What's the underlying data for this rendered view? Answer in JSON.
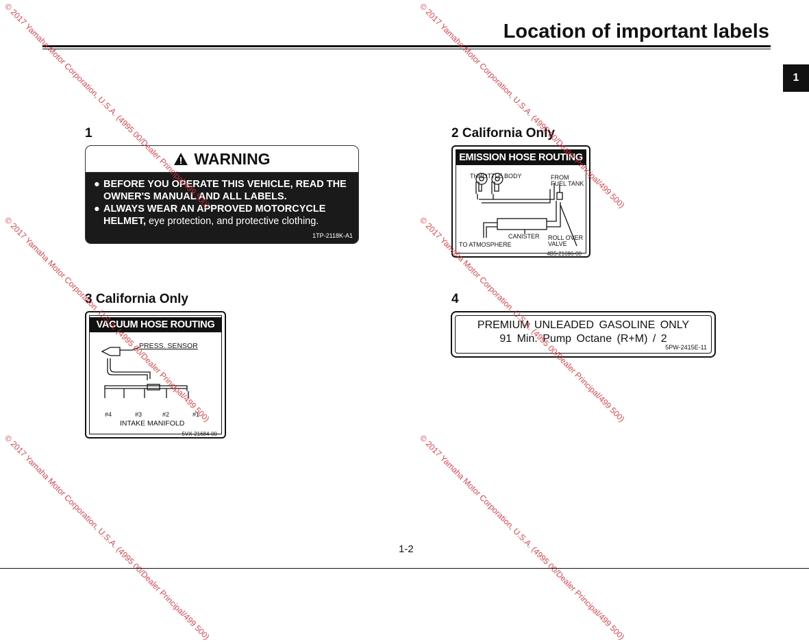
{
  "header": {
    "title": "Location of important labels",
    "chapter_tab": "1"
  },
  "sections": [
    {
      "number": "1",
      "heading": "1"
    },
    {
      "number": "2",
      "heading": "2  California Only"
    },
    {
      "number": "3",
      "heading": "3  California Only"
    },
    {
      "number": "4",
      "heading": "4"
    }
  ],
  "warning_label": {
    "title": "WARNING",
    "icon": "warning-triangle-icon",
    "items": [
      {
        "bold": "BEFORE YOU OPERATE THIS VEHICLE, READ THE OWNER'S MANUAL AND ALL LABELS.",
        "plain": ""
      },
      {
        "bold": "ALWAYS WEAR AN APPROVED MOTORCYCLE HELMET,",
        "plain": " eye protection, and protective clothing."
      }
    ],
    "code": "1TP-2118K-A1"
  },
  "emission_label": {
    "title": "EMISSION HOSE ROUTING",
    "throttle_body": "THROTTLE BODY",
    "from_fuel_tank_1": "FROM",
    "from_fuel_tank_2": "FUEL TANK",
    "canister": "CANISTER",
    "to_atmosphere": "TO ATMOSPHERE",
    "roll_over_1": "ROLL OVER",
    "roll_over_2": "VALVE",
    "code": "4B5-21696-00"
  },
  "vacuum_label": {
    "title": "VACUUM HOSE ROUTING",
    "sensor": "PRESS. SENSOR",
    "cylinders": [
      "#4",
      "#3",
      "#2",
      "#1"
    ],
    "manifold": "INTAKE  MANIFOLD",
    "code": "5VX-21684-00"
  },
  "fuel_label": {
    "line1": "PREMIUM UNLEADED GASOLINE ONLY",
    "line2": "91 Min. Pump Octane (R+M) / 2",
    "code": "5PW-2415E-11"
  },
  "watermark": "© 2017 Yamaha Motor Corporation, U.S.A. (4995 00/Dealer Principal/499 500)",
  "footer": {
    "page_number": "1-2"
  }
}
